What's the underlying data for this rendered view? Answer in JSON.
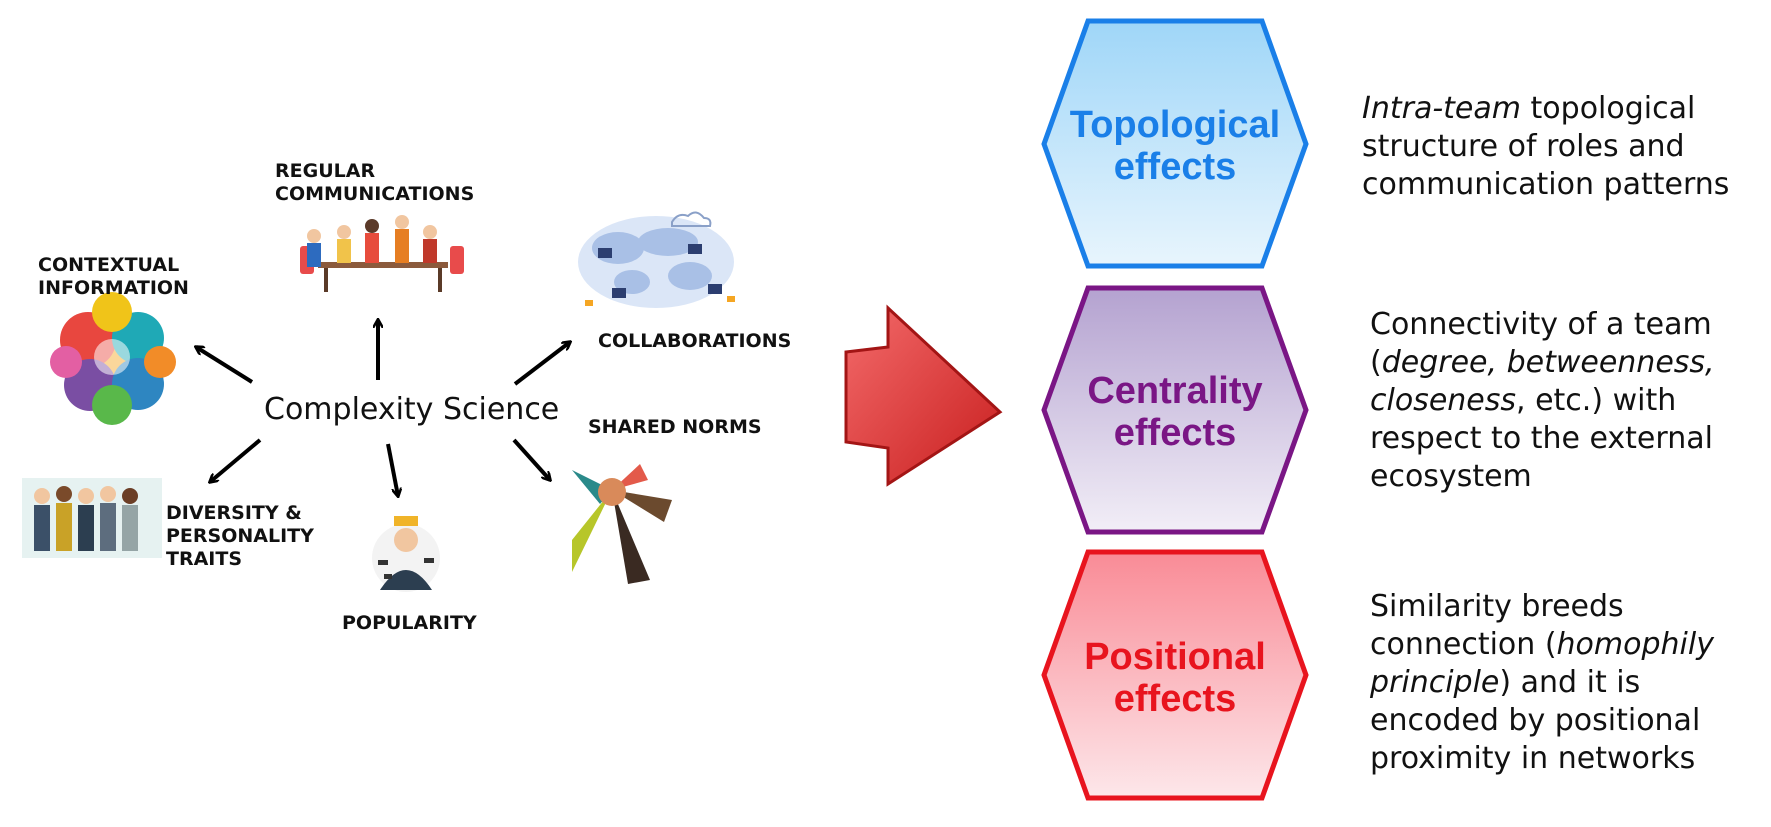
{
  "center": "Complexity Science",
  "factors": {
    "regular": "REGULAR\nCOMMUNICATIONS",
    "contextual": "CONTEXTUAL\nINFORMATION",
    "collaborations": "COLLABORATIONS",
    "shared": "SHARED NORMS",
    "diversity": "DIVERSITY &\nPERSONALITY\nTRAITS",
    "popularity": "POPULARITY"
  },
  "effects": [
    {
      "title": "Topological\neffects",
      "color": "#1a7fe8",
      "desc": [
        {
          "t": "Intra-team",
          "i": true
        },
        {
          "t": " topological",
          "i": false
        },
        {
          "t": "\nstructure of roles and\ncommunication patterns",
          "i": false
        }
      ]
    },
    {
      "title": "Centrality\neffects",
      "color": "#7a1685",
      "desc": [
        {
          "t": "Connectivity of a team\n(",
          "i": false
        },
        {
          "t": "degree, betweenness,\ncloseness",
          "i": true
        },
        {
          "t": ", etc.) with\nrespect to the external\necosystem",
          "i": false
        }
      ]
    },
    {
      "title": "Positional\neffects",
      "color": "#e8141e",
      "desc": [
        {
          "t": "Similarity breeds\nconnection (",
          "i": false
        },
        {
          "t": "homophily\nprinciple",
          "i": true
        },
        {
          "t": ") and it is\nencoded by positional\nproximity in networks",
          "i": false
        }
      ]
    }
  ]
}
